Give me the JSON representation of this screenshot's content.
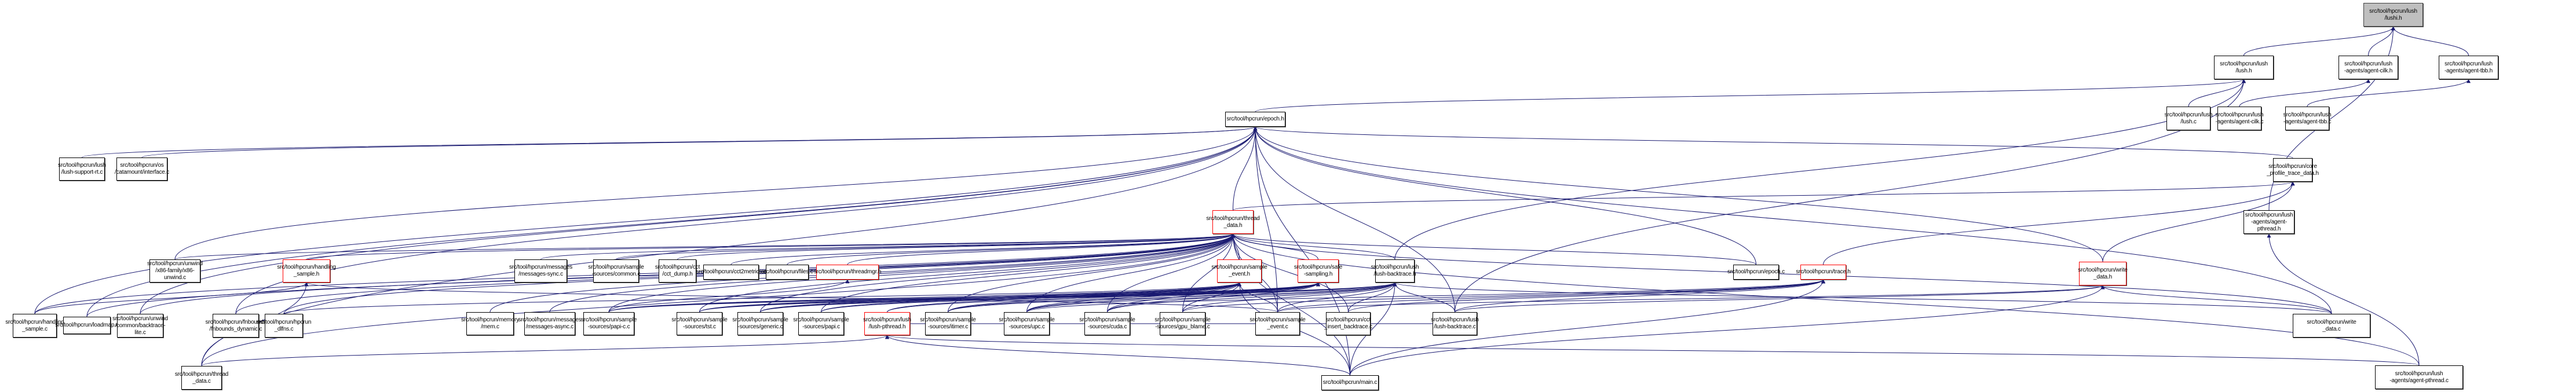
{
  "title": "src/tool/hpcrun/lush/lushi.h include dependency graph (included by)",
  "colors": {
    "edge": "#191970",
    "root_fill": "#bfbfbf",
    "border_default": "#000000",
    "border_truncated": "#ff0000",
    "background": "#ffffff"
  },
  "nodes": [
    {
      "id": "lushi_h",
      "label": "src/tool/hpcrun/lush\n/lushi.h",
      "style": "root"
    },
    {
      "id": "lush_h",
      "label": "src/tool/hpcrun/lush\n/lush.h",
      "style": "normal"
    },
    {
      "id": "agent_cilk_h",
      "label": "src/tool/hpcrun/lush\n-agents/agent-cilk.h",
      "style": "normal"
    },
    {
      "id": "agent_tbb_h",
      "label": "src/tool/hpcrun/lush\n-agents/agent-tbb.h",
      "style": "normal"
    },
    {
      "id": "epoch_h",
      "label": "src/tool/hpcrun/epoch.h",
      "style": "normal"
    },
    {
      "id": "lush_c",
      "label": "src/tool/hpcrun/lush\n/lush.c",
      "style": "normal"
    },
    {
      "id": "agent_cilk_c",
      "label": "src/tool/hpcrun/lush\n-agents/agent-cilk.c",
      "style": "normal"
    },
    {
      "id": "agent_tbb_c",
      "label": "src/tool/hpcrun/lush\n-agents/agent-tbb.c",
      "style": "normal"
    },
    {
      "id": "lush_support_rt_c",
      "label": "src/tool/hpcrun/lush\n/lush-support-rt.c",
      "style": "normal"
    },
    {
      "id": "catamount_interface_c",
      "label": "src/tool/hpcrun/os\n/catamount/interface.c",
      "style": "normal"
    },
    {
      "id": "core_profile_trace_data_h",
      "label": "src/tool/hpcrun/core\n_profile_trace_data.h",
      "style": "normal"
    },
    {
      "id": "agent_pthread_h",
      "label": "src/tool/hpcrun/lush\n-agents/agent-pthread.h",
      "style": "normal"
    },
    {
      "id": "thread_data_h",
      "label": "src/tool/hpcrun/thread\n_data.h",
      "style": "truncated"
    },
    {
      "id": "x86_unwind_c",
      "label": "src/tool/hpcrun/unwind\n/x86-family/x86-unwind.c",
      "style": "normal"
    },
    {
      "id": "handling_sample_h",
      "label": "src/tool/hpcrun/handling\n_sample.h",
      "style": "truncated"
    },
    {
      "id": "messages_sync_c",
      "label": "src/tool/hpcrun/messages\n/messages-sync.c",
      "style": "normal"
    },
    {
      "id": "common_c",
      "label": "src/tool/hpcrun/sample\n-sources/common.c",
      "style": "normal"
    },
    {
      "id": "cct_dump_h",
      "label": "src/tool/hpcrun/cct\n/cct_dump.h",
      "style": "normal"
    },
    {
      "id": "cct2metrics_c",
      "label": "src/tool/hpcrun/cct2metrics.c",
      "style": "normal"
    },
    {
      "id": "files_c",
      "label": "src/tool/hpcrun/files.c",
      "style": "normal"
    },
    {
      "id": "threadmgr_h",
      "label": "src/tool/hpcrun/threadmgr.h",
      "style": "truncated"
    },
    {
      "id": "sample_event_h",
      "label": "src/tool/hpcrun/sample\n_event.h",
      "style": "truncated"
    },
    {
      "id": "safe_sampling_h",
      "label": "src/tool/hpcrun/safe\n-sampling.h",
      "style": "truncated"
    },
    {
      "id": "lush_backtrace_h",
      "label": "src/tool/hpcrun/lush\n/lush-backtrace.h",
      "style": "normal"
    },
    {
      "id": "epoch_c",
      "label": "src/tool/hpcrun/epoch.c",
      "style": "normal"
    },
    {
      "id": "trace_h",
      "label": "src/tool/hpcrun/trace.h",
      "style": "truncated"
    },
    {
      "id": "write_data_h",
      "label": "src/tool/hpcrun/write\n_data.h",
      "style": "truncated"
    },
    {
      "id": "handling_sample_c",
      "label": "src/tool/hpcrun/handling\n_sample.c",
      "style": "normal"
    },
    {
      "id": "loadmap_c",
      "label": "src/tool/hpcrun/loadmap.c",
      "style": "normal"
    },
    {
      "id": "backtrace_lite_c",
      "label": "src/tool/hpcrun/unwind\n/common/backtrace-lite.c",
      "style": "normal"
    },
    {
      "id": "fnbounds_dynamic_c",
      "label": "src/tool/hpcrun/fnbounds\n/fnbounds_dynamic.c",
      "style": "normal"
    },
    {
      "id": "hpcrun_dlfns_c",
      "label": "src/tool/hpcrun/hpcrun\n_dlfns.c",
      "style": "normal"
    },
    {
      "id": "memory_mem_c",
      "label": "src/tool/hpcrun/memory\n/mem.c",
      "style": "normal"
    },
    {
      "id": "messages_async_c",
      "label": "src/tool/hpcrun/messages\n/messages-async.c",
      "style": "normal"
    },
    {
      "id": "papi_c_c",
      "label": "src/tool/hpcrun/sample\n-sources/papi-c.c",
      "style": "normal"
    },
    {
      "id": "tst_c",
      "label": "src/tool/hpcrun/sample\n-sources/tst.c",
      "style": "normal"
    },
    {
      "id": "generic_c",
      "label": "src/tool/hpcrun/sample\n-sources/generic.c",
      "style": "normal"
    },
    {
      "id": "papi_c",
      "label": "src/tool/hpcrun/sample\n-sources/papi.c",
      "style": "normal"
    },
    {
      "id": "lush_pthread_h",
      "label": "src/tool/hpcrun/lush\n/lush-pthread.h",
      "style": "truncated"
    },
    {
      "id": "itimer_c",
      "label": "src/tool/hpcrun/sample\n-sources/itimer.c",
      "style": "normal"
    },
    {
      "id": "upc_c",
      "label": "src/tool/hpcrun/sample\n-sources/upc.c",
      "style": "normal"
    },
    {
      "id": "cuda_c",
      "label": "src/tool/hpcrun/sample\n-sources/cuda.c",
      "style": "normal"
    },
    {
      "id": "gpu_blame_c",
      "label": "src/tool/hpcrun/sample\n-sources/gpu_blame.c",
      "style": "normal"
    },
    {
      "id": "sample_event_c",
      "label": "src/tool/hpcrun/sample\n_event.c",
      "style": "normal"
    },
    {
      "id": "cct_insert_backtrace_c",
      "label": "src/tool/hpcrun/cct\n_insert_backtrace.c",
      "style": "normal"
    },
    {
      "id": "lush_backtrace_c",
      "label": "src/tool/hpcrun/lush\n/lush-backtrace.c",
      "style": "normal"
    },
    {
      "id": "write_data_c",
      "label": "src/tool/hpcrun/write\n_data.c",
      "style": "normal"
    },
    {
      "id": "thread_data_c",
      "label": "src/tool/hpcrun/thread\n_data.c",
      "style": "normal"
    },
    {
      "id": "main_c",
      "label": "src/tool/hpcrun/main.c",
      "style": "normal"
    },
    {
      "id": "agent_pthread_c",
      "label": "src/tool/hpcrun/lush\n-agents/agent-pthread.c",
      "style": "normal"
    }
  ],
  "edges": [
    [
      "lush_h",
      "lushi_h"
    ],
    [
      "agent_cilk_h",
      "lushi_h"
    ],
    [
      "agent_tbb_h",
      "lushi_h"
    ],
    [
      "agent_pthread_h",
      "lushi_h"
    ],
    [
      "epoch_h",
      "lush_h"
    ],
    [
      "lush_c",
      "lush_h"
    ],
    [
      "lush_backtrace_h",
      "lush_h"
    ],
    [
      "lush_backtrace_c",
      "lush_h"
    ],
    [
      "agent_cilk_c",
      "agent_cilk_h"
    ],
    [
      "agent_tbb_c",
      "agent_tbb_h"
    ],
    [
      "agent_pthread_c",
      "agent_pthread_h"
    ],
    [
      "lush_support_rt_c",
      "epoch_h"
    ],
    [
      "catamount_interface_c",
      "epoch_h"
    ],
    [
      "core_profile_trace_data_h",
      "epoch_h"
    ],
    [
      "thread_data_h",
      "epoch_h"
    ],
    [
      "x86_unwind_c",
      "epoch_h"
    ],
    [
      "handling_sample_c",
      "epoch_h"
    ],
    [
      "loadmap_c",
      "epoch_h"
    ],
    [
      "backtrace_lite_c",
      "epoch_h"
    ],
    [
      "fnbounds_dynamic_c",
      "epoch_h"
    ],
    [
      "epoch_c",
      "epoch_h"
    ],
    [
      "write_data_h",
      "epoch_h"
    ],
    [
      "thread_data_c",
      "epoch_h"
    ],
    [
      "main_c",
      "epoch_h"
    ],
    [
      "lush_backtrace_c",
      "epoch_h"
    ],
    [
      "write_data_c",
      "epoch_h"
    ],
    [
      "sample_event_c",
      "epoch_h"
    ],
    [
      "thread_data_h",
      "core_profile_trace_data_h"
    ],
    [
      "trace_h",
      "core_profile_trace_data_h"
    ],
    [
      "write_data_h",
      "core_profile_trace_data_h"
    ],
    [
      "handling_sample_h",
      "thread_data_h"
    ],
    [
      "messages_sync_c",
      "thread_data_h"
    ],
    [
      "common_c",
      "thread_data_h"
    ],
    [
      "cct_dump_h",
      "thread_data_h"
    ],
    [
      "cct2metrics_c",
      "thread_data_h"
    ],
    [
      "files_c",
      "thread_data_h"
    ],
    [
      "threadmgr_h",
      "thread_data_h"
    ],
    [
      "sample_event_h",
      "thread_data_h"
    ],
    [
      "safe_sampling_h",
      "thread_data_h"
    ],
    [
      "lush_backtrace_h",
      "thread_data_h"
    ],
    [
      "x86_unwind_c",
      "thread_data_h"
    ],
    [
      "handling_sample_c",
      "thread_data_h"
    ],
    [
      "loadmap_c",
      "thread_data_h"
    ],
    [
      "backtrace_lite_c",
      "thread_data_h"
    ],
    [
      "fnbounds_dynamic_c",
      "thread_data_h"
    ],
    [
      "hpcrun_dlfns_c",
      "thread_data_h"
    ],
    [
      "memory_mem_c",
      "thread_data_h"
    ],
    [
      "messages_async_c",
      "thread_data_h"
    ],
    [
      "papi_c_c",
      "thread_data_h"
    ],
    [
      "tst_c",
      "thread_data_h"
    ],
    [
      "generic_c",
      "thread_data_h"
    ],
    [
      "papi_c",
      "thread_data_h"
    ],
    [
      "itimer_c",
      "thread_data_h"
    ],
    [
      "upc_c",
      "thread_data_h"
    ],
    [
      "cuda_c",
      "thread_data_h"
    ],
    [
      "gpu_blame_c",
      "thread_data_h"
    ],
    [
      "sample_event_c",
      "thread_data_h"
    ],
    [
      "cct_insert_backtrace_c",
      "thread_data_h"
    ],
    [
      "write_data_c",
      "thread_data_h"
    ],
    [
      "thread_data_c",
      "thread_data_h"
    ],
    [
      "main_c",
      "thread_data_h"
    ],
    [
      "agent_pthread_c",
      "thread_data_h"
    ],
    [
      "epoch_c",
      "thread_data_h"
    ],
    [
      "handling_sample_c",
      "handling_sample_h"
    ],
    [
      "thread_data_c",
      "handling_sample_h"
    ],
    [
      "sample_event_c",
      "handling_sample_h"
    ],
    [
      "papi_c_c",
      "threadmgr_h"
    ],
    [
      "hpcrun_dlfns_c",
      "sample_event_h"
    ],
    [
      "papi_c_c",
      "sample_event_h"
    ],
    [
      "tst_c",
      "sample_event_h"
    ],
    [
      "generic_c",
      "sample_event_h"
    ],
    [
      "papi_c",
      "sample_event_h"
    ],
    [
      "lush_pthread_h",
      "sample_event_h"
    ],
    [
      "itimer_c",
      "sample_event_h"
    ],
    [
      "upc_c",
      "sample_event_h"
    ],
    [
      "cuda_c",
      "sample_event_h"
    ],
    [
      "gpu_blame_c",
      "sample_event_h"
    ],
    [
      "sample_event_c",
      "sample_event_h"
    ],
    [
      "main_c",
      "sample_event_h"
    ],
    [
      "papi_c_c",
      "safe_sampling_h"
    ],
    [
      "tst_c",
      "safe_sampling_h"
    ],
    [
      "lush_pthread_h",
      "safe_sampling_h"
    ],
    [
      "itimer_c",
      "safe_sampling_h"
    ],
    [
      "upc_c",
      "safe_sampling_h"
    ],
    [
      "generic_c",
      "safe_sampling_h"
    ],
    [
      "papi_c",
      "safe_sampling_h"
    ],
    [
      "cuda_c",
      "safe_sampling_h"
    ],
    [
      "sample_event_c",
      "lush_backtrace_h"
    ],
    [
      "cct_insert_backtrace_c",
      "lush_backtrace_h"
    ],
    [
      "lush_backtrace_c",
      "lush_backtrace_h"
    ],
    [
      "papi_c_c",
      "lush_backtrace_h"
    ],
    [
      "tst_c",
      "lush_backtrace_h"
    ],
    [
      "generic_c",
      "lush_backtrace_h"
    ],
    [
      "itimer_c",
      "lush_backtrace_h"
    ],
    [
      "upc_c",
      "lush_backtrace_h"
    ],
    [
      "cuda_c",
      "lush_backtrace_h"
    ],
    [
      "gpu_blame_c",
      "lush_backtrace_h"
    ],
    [
      "main_c",
      "lush_backtrace_h"
    ],
    [
      "write_data_c",
      "lush_backtrace_h"
    ],
    [
      "sample_event_c",
      "trace_h"
    ],
    [
      "cct_insert_backtrace_c",
      "trace_h"
    ],
    [
      "lush_backtrace_c",
      "trace_h"
    ],
    [
      "gpu_blame_c",
      "trace_h"
    ],
    [
      "main_c",
      "trace_h"
    ],
    [
      "upc_c",
      "trace_h"
    ],
    [
      "sample_event_c",
      "write_data_h"
    ],
    [
      "write_data_c",
      "write_data_h"
    ],
    [
      "lush_backtrace_c",
      "write_data_h"
    ],
    [
      "main_c",
      "write_data_h"
    ],
    [
      "thread_data_c",
      "lush_pthread_h"
    ],
    [
      "main_c",
      "lush_pthread_h"
    ],
    [
      "lush_backtrace_c",
      "lush_pthread_h"
    ],
    [
      "agent_pthread_c",
      "lush_pthread_h"
    ]
  ]
}
